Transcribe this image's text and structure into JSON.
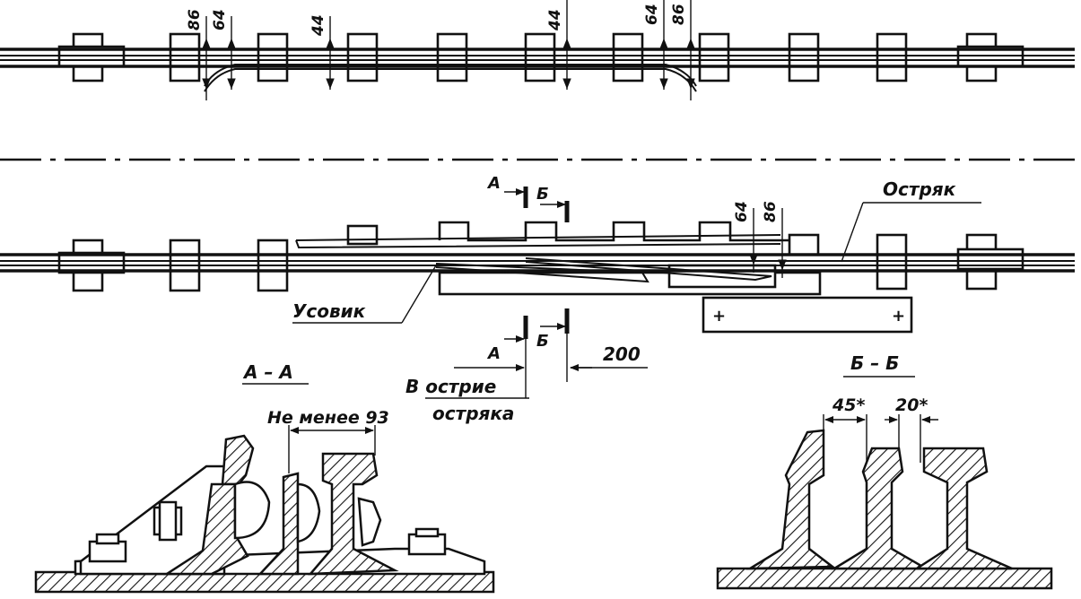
{
  "top_view": {
    "dimensions": {
      "left_outer": "86",
      "left_inner": "64",
      "middle_left": "44",
      "middle_right": "44",
      "right_inner": "64",
      "right_outer": "86"
    }
  },
  "plan_view": {
    "section_a_letter_top": "А",
    "section_b_letter_top": "Б",
    "section_a_letter_bottom": "А",
    "section_b_letter_bottom": "Б",
    "dim_64": "64",
    "dim_86": "86",
    "label_point_rail": "Остряк",
    "label_stock_rail": "Усовик",
    "plate_plus_left": "+",
    "plate_plus_right": "+",
    "dim_200": "200",
    "point_tip_line1": "В острие",
    "point_tip_line2": "остряка"
  },
  "section_aa": {
    "title": "А – А",
    "dimension_text": "Не менее 93"
  },
  "section_bb": {
    "title": "Б – Б",
    "dim_left": "45*",
    "dim_right": "20*"
  }
}
